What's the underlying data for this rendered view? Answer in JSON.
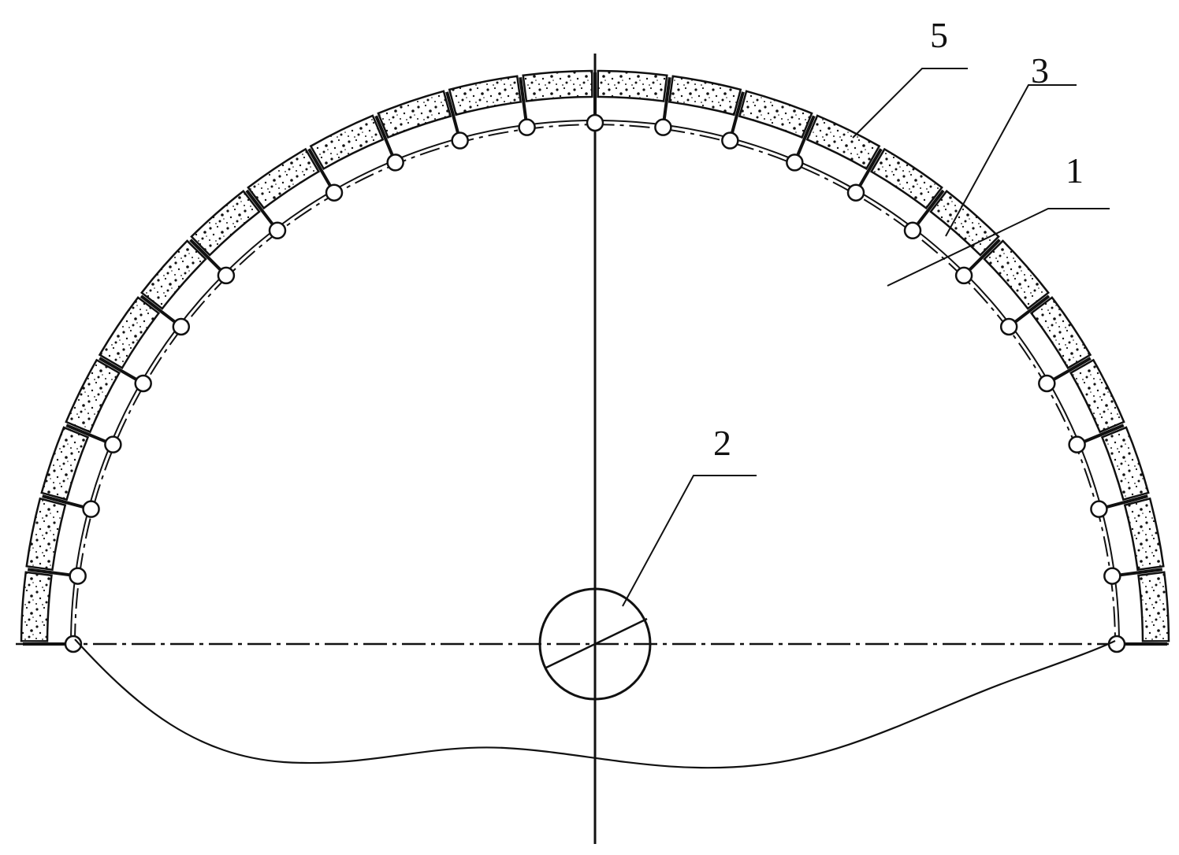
{
  "diagram": {
    "callouts": [
      {
        "id": "1",
        "text": "1",
        "target": "blade-body"
      },
      {
        "id": "2",
        "text": "2",
        "target": "arbor-hole"
      },
      {
        "id": "3",
        "text": "3",
        "target": "key-slot-hole"
      },
      {
        "id": "5",
        "text": "5",
        "target": "cutter-segment"
      }
    ],
    "segment_count": 24,
    "colors": {
      "ink": "#111111",
      "background": "#ffffff"
    }
  }
}
